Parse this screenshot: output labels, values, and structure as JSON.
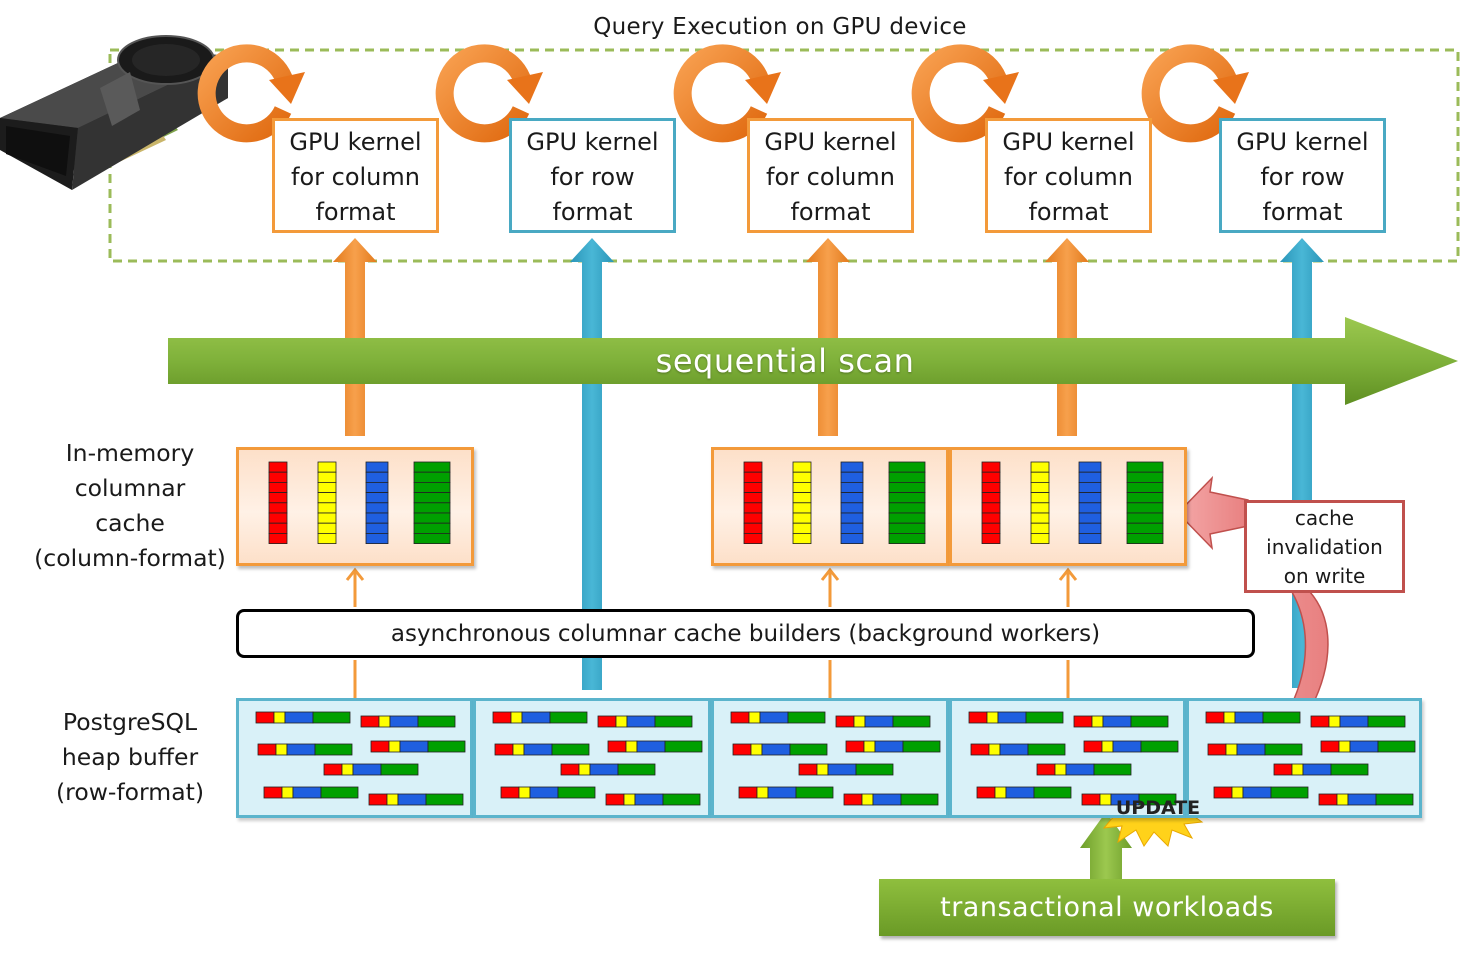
{
  "title": "Query Execution on GPU device",
  "kernels": [
    {
      "label": "GPU kernel for column format",
      "lines": [
        "GPU kernel",
        "for column",
        "format"
      ],
      "format": "column"
    },
    {
      "label": "GPU kernel for row format",
      "lines": [
        "GPU kernel",
        "for row",
        "format"
      ],
      "format": "row"
    },
    {
      "label": "GPU kernel for column format",
      "lines": [
        "GPU kernel",
        "for column",
        "format"
      ],
      "format": "column"
    },
    {
      "label": "GPU kernel for column format",
      "lines": [
        "GPU kernel",
        "for column",
        "format"
      ],
      "format": "column"
    },
    {
      "label": "GPU kernel for row format",
      "lines": [
        "GPU kernel",
        "for row",
        "format"
      ],
      "format": "row"
    }
  ],
  "scan_label": "sequential scan",
  "cache_label": [
    "In-memory",
    "columnar",
    "cache",
    "(column-format)"
  ],
  "builders_label": "asynchronous columnar cache builders (background workers)",
  "heap_label": [
    "PostgreSQL",
    "heap buffer",
    "(row-format)"
  ],
  "invalidation_label": [
    "cache",
    "invalidation",
    "on write"
  ],
  "update_label": "UPDATE",
  "transactional_label": "transactional workloads",
  "colors": {
    "column_kernel": "#f39a3a",
    "row_kernel": "#49a9c3",
    "scan_arrow": "#7fb13a",
    "gpu_frame": "#9bbb59",
    "invalidation": "#c0504d",
    "data_red": "#ff0000",
    "data_yellow": "#ffff00",
    "data_blue": "#1f5fe0",
    "data_green": "#00a000"
  },
  "icons": [
    "gpu-card-icon",
    "refresh-cycle-icon"
  ]
}
